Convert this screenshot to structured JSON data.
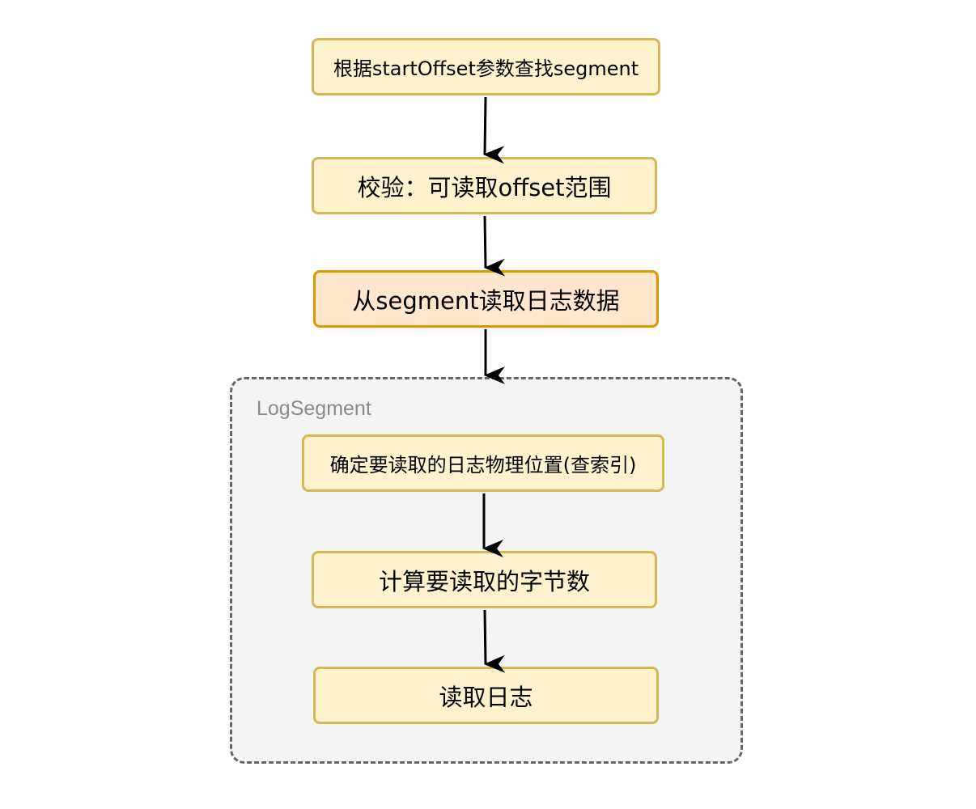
{
  "diagram": {
    "steps": [
      "根据startOffset参数查找segment",
      "校验：可读取offset范围",
      "从segment读取日志数据"
    ],
    "group": {
      "label": "LogSegment",
      "steps": [
        "确定要读取的日志物理位置(查索引)",
        "计算要读取的字节数",
        "读取日志"
      ]
    }
  },
  "colors": {
    "node_fill": "#fff2cc",
    "node_border": "#d6b656",
    "highlight_fill": "#ffe6cc",
    "highlight_border": "#d79b00",
    "group_fill": "#f4f4f4",
    "group_border": "#666666",
    "arrow": "#000000"
  }
}
